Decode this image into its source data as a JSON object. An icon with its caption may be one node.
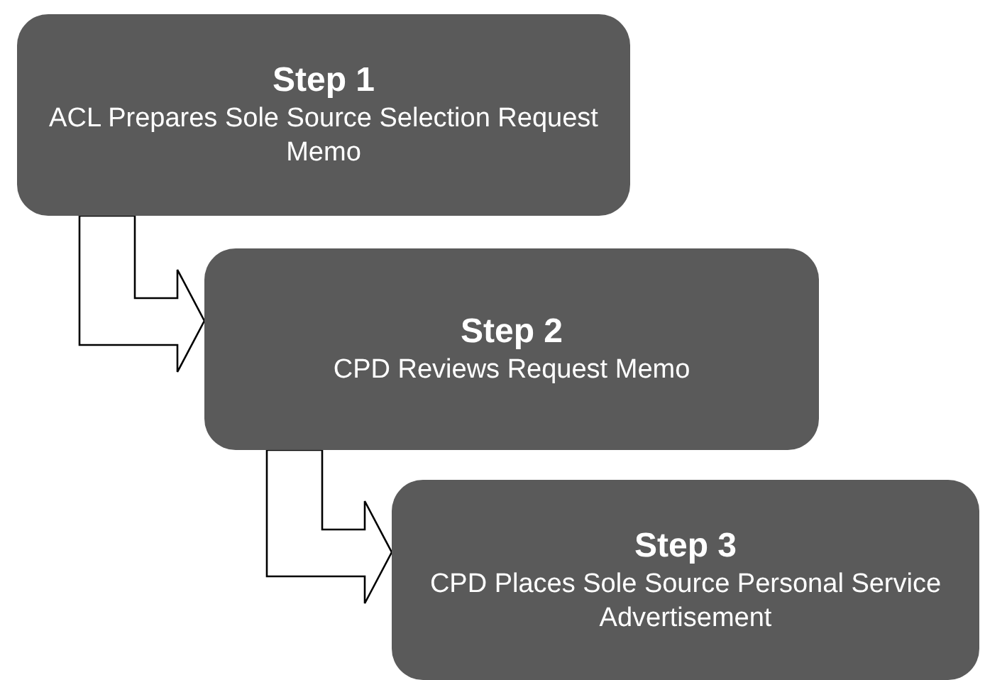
{
  "diagram": {
    "nodes": [
      {
        "text": [
          "Step 1",
          "ACL Prepares Sole Source Selection Request Memo"
        ]
      },
      {
        "text": [
          "Step 2",
          "CPD Reviews Request Memo"
        ]
      },
      {
        "text": [
          "Step 3",
          "CPD Places Sole Source Personal Service Advertisement"
        ]
      }
    ],
    "edges": [
      {
        "from": 0,
        "to": 1,
        "arrow": "to"
      },
      {
        "from": 1,
        "to": 2,
        "arrow": "to"
      }
    ]
  }
}
